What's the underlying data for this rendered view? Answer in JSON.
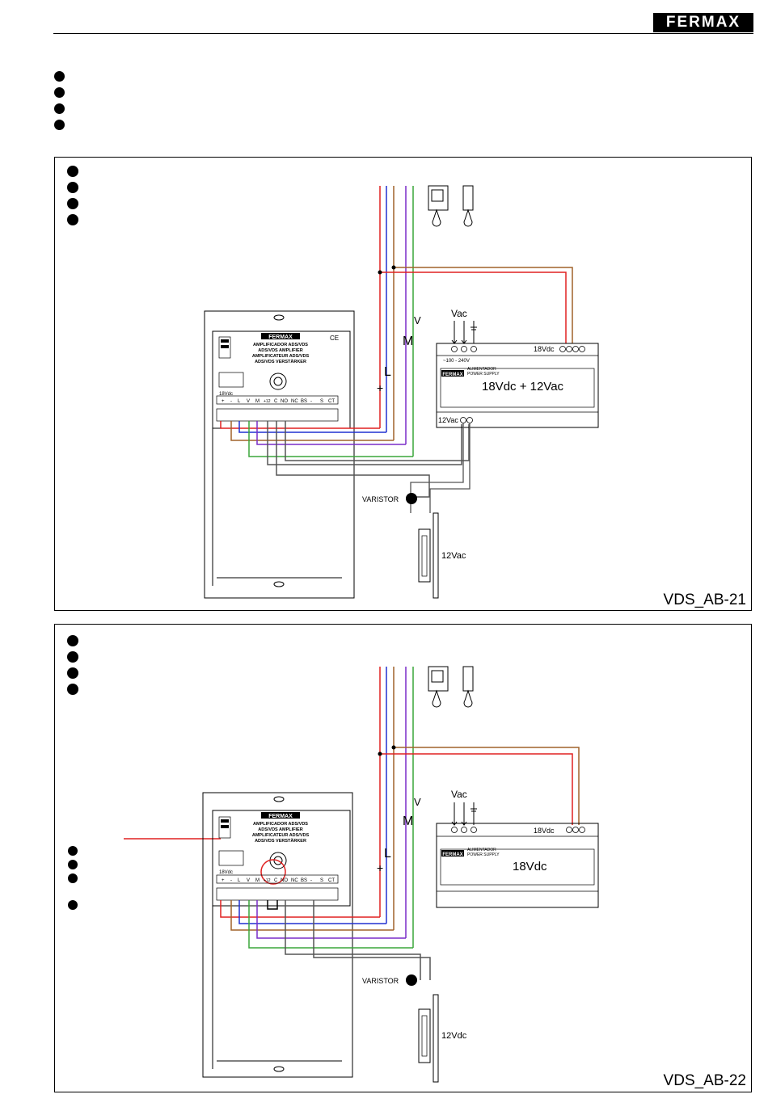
{
  "header": {
    "brand": "FERMAX"
  },
  "diagrams": [
    {
      "code": "VDS_AB-21",
      "amplifier": {
        "brand": "FERMAX",
        "title_lines": [
          "AMPLIFICADOR ADS/VDS",
          "ADS/VDS AMPLIFIER",
          "AMPLIFICATEUR ADS/VDS",
          "ADS/VDS VERSTÄRKER"
        ],
        "terminals": [
          "+",
          "-",
          "L",
          "V",
          "M",
          "+12",
          "C",
          "NO",
          "NC",
          "BS",
          "-",
          "S",
          "CT"
        ],
        "supply_label": "18Vdc"
      },
      "power_supply": {
        "brand": "FERMAX",
        "name_lines": [
          "ALIMENTADOR",
          "POWER SUPPLY"
        ],
        "main_label": "18Vdc + 12Vac",
        "input_label": "~100 - 240V",
        "out_dc_label": "18Vdc",
        "out_ac_label": "12Vac"
      },
      "labels": {
        "vac": "Vac",
        "varistor": "VARISTOR",
        "lock": "12Vac",
        "riser_plus": "+",
        "riser_L": "L",
        "riser_M": "M",
        "riser_V": "V"
      }
    },
    {
      "code": "VDS_AB-22",
      "amplifier": {
        "brand": "FERMAX",
        "title_lines": [
          "AMPLIFICADOR ADS/VDS",
          "ADS/VDS AMPLIFIER",
          "AMPLIFICATEUR ADS/VDS",
          "ADS/VDS VERSTÄRKER"
        ],
        "terminals": [
          "+",
          "-",
          "L",
          "V",
          "M",
          "+12",
          "C",
          "NO",
          "NC",
          "BS",
          "-",
          "S",
          "CT"
        ],
        "supply_label": "18Vdc"
      },
      "power_supply": {
        "brand": "FERMAX",
        "name_lines": [
          "ALIMENTADOR",
          "POWER SUPPLY"
        ],
        "main_label": "18Vdc",
        "input_label": "",
        "out_dc_label": "18Vdc",
        "out_ac_label": ""
      },
      "labels": {
        "vac": "Vac",
        "varistor": "VARISTOR",
        "lock": "12Vdc",
        "riser_plus": "+",
        "riser_L": "L",
        "riser_M": "M",
        "riser_V": "V"
      }
    }
  ],
  "colors": {
    "red": "#e02020",
    "blue": "#2030d0",
    "brown": "#a0622a",
    "violet": "#7a2cc8",
    "green": "#3aa63a",
    "grey": "#555555"
  }
}
